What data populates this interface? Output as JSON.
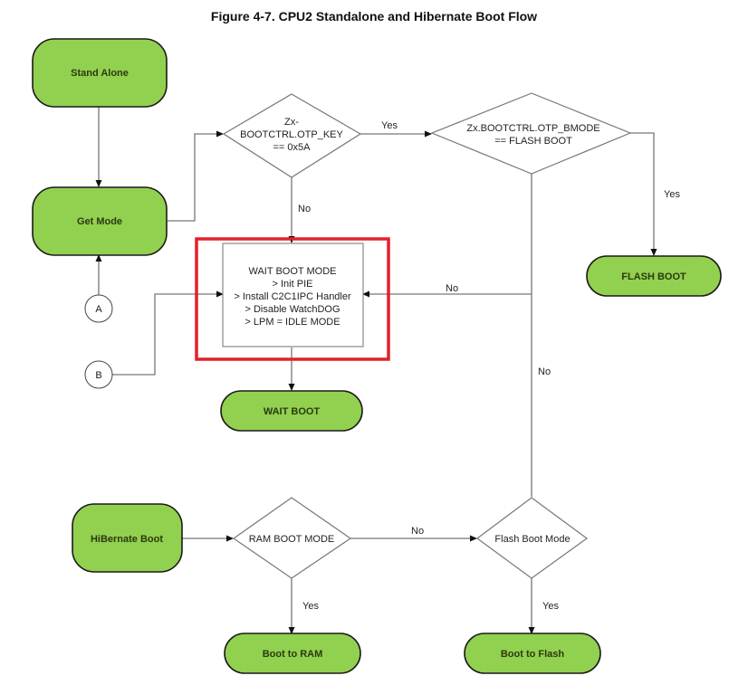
{
  "title": "Figure 4-7. CPU2 Standalone and Hibernate Boot Flow",
  "colors": {
    "terminal_fill": "#92d050",
    "terminal_stroke": "#1a1a1a",
    "line": "#707070",
    "highlight": "#e3202a"
  },
  "nodes": {
    "stand_alone": {
      "label": "Stand Alone",
      "type": "terminal"
    },
    "get_mode": {
      "label": "Get Mode",
      "type": "terminal"
    },
    "otp_key": {
      "lines": [
        "Zx-",
        "BOOTCTRL.OTP_KEY",
        "== 0x5A"
      ],
      "type": "decision"
    },
    "otp_bmode": {
      "lines": [
        "Zx.BOOTCTRL.OTP_BMODE",
        "== FLASH BOOT"
      ],
      "type": "decision"
    },
    "flash_boot": {
      "label": "FLASH BOOT",
      "type": "terminal"
    },
    "wait_boot_mode": {
      "lines": [
        "WAIT BOOT MODE",
        "> Init PIE",
        "> Install C2C1IPC Handler",
        "> Disable WatchDOG",
        "> LPM = IDLE MODE"
      ],
      "type": "process",
      "highlighted": true
    },
    "wait_boot": {
      "label": "WAIT BOOT",
      "type": "terminal"
    },
    "connector_a": {
      "label": "A",
      "type": "connector"
    },
    "connector_b": {
      "label": "B",
      "type": "connector"
    },
    "hibernate_boot": {
      "label": "HiBernate Boot",
      "type": "terminal"
    },
    "ram_boot_mode": {
      "label": "RAM BOOT MODE",
      "type": "decision"
    },
    "flash_boot_mode": {
      "label": "Flash Boot Mode",
      "type": "decision"
    },
    "boot_to_ram": {
      "label": "Boot to RAM",
      "type": "terminal"
    },
    "boot_to_flash": {
      "label": "Boot to Flash",
      "type": "terminal"
    }
  },
  "edges": [
    {
      "from": "stand_alone",
      "to": "get_mode",
      "label": ""
    },
    {
      "from": "connector_a",
      "to": "get_mode",
      "label": ""
    },
    {
      "from": "get_mode",
      "to": "otp_key",
      "label": ""
    },
    {
      "from": "otp_key",
      "to": "otp_bmode",
      "label": "Yes"
    },
    {
      "from": "otp_key",
      "to": "wait_boot_mode",
      "label": "No"
    },
    {
      "from": "otp_bmode",
      "to": "flash_boot",
      "label": "Yes"
    },
    {
      "from": "otp_bmode",
      "to": "wait_boot_mode",
      "label": "No"
    },
    {
      "from": "connector_b",
      "to": "wait_boot_mode",
      "label": ""
    },
    {
      "from": "wait_boot_mode",
      "to": "wait_boot",
      "label": ""
    },
    {
      "from": "flash_boot_mode",
      "to": "otp_bmode",
      "label": "No"
    },
    {
      "from": "hibernate_boot",
      "to": "ram_boot_mode",
      "label": ""
    },
    {
      "from": "ram_boot_mode",
      "to": "flash_boot_mode",
      "label": "No"
    },
    {
      "from": "ram_boot_mode",
      "to": "boot_to_ram",
      "label": "Yes"
    },
    {
      "from": "flash_boot_mode",
      "to": "boot_to_flash",
      "label": "Yes"
    }
  ],
  "edge_labels": {
    "key_yes": "Yes",
    "key_no": "No",
    "bmode_yes": "Yes",
    "bmode_no_left": "No",
    "bmode_no_down": "No",
    "ram_no": "No",
    "ram_yes": "Yes",
    "flash_yes": "Yes"
  }
}
